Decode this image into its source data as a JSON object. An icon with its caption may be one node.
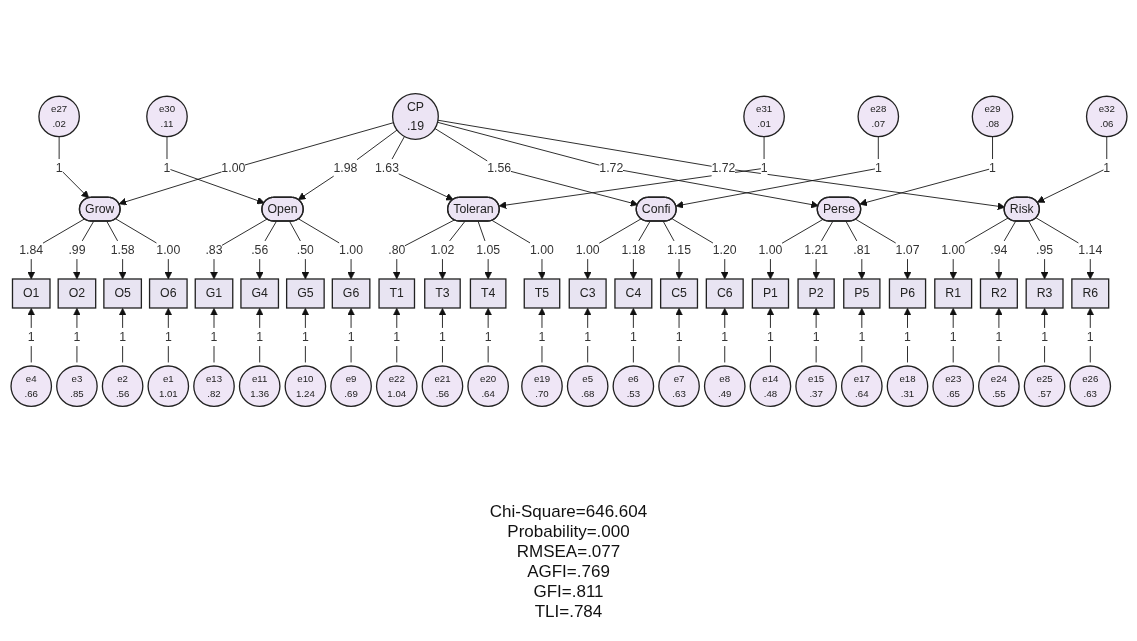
{
  "diagram": {
    "nodes": [
      {
        "text": [
          "CP",
          ".19"
        ]
      },
      {
        "text": [
          "Grow"
        ]
      },
      {
        "text": [
          "e27",
          ".02"
        ]
      },
      {
        "text": [
          "O1"
        ]
      },
      {
        "text": [
          "e4",
          ".66"
        ]
      },
      {
        "text": [
          "O2"
        ]
      },
      {
        "text": [
          "e3",
          ".85"
        ]
      },
      {
        "text": [
          "O5"
        ]
      },
      {
        "text": [
          "e2",
          ".56"
        ]
      },
      {
        "text": [
          "O6"
        ]
      },
      {
        "text": [
          "e1",
          "1.01"
        ]
      },
      {
        "text": [
          "Open"
        ]
      },
      {
        "text": [
          "e30",
          ".11"
        ]
      },
      {
        "text": [
          "G1"
        ]
      },
      {
        "text": [
          "e13",
          ".82"
        ]
      },
      {
        "text": [
          "G4"
        ]
      },
      {
        "text": [
          "e11",
          "1.36"
        ]
      },
      {
        "text": [
          "G5"
        ]
      },
      {
        "text": [
          "e10",
          "1.24"
        ]
      },
      {
        "text": [
          "G6"
        ]
      },
      {
        "text": [
          "e9",
          ".69"
        ]
      },
      {
        "text": [
          "Toleran"
        ]
      },
      {
        "text": [
          "e31",
          ".01"
        ]
      },
      {
        "text": [
          "T1"
        ]
      },
      {
        "text": [
          "e22",
          "1.04"
        ]
      },
      {
        "text": [
          "T3"
        ]
      },
      {
        "text": [
          "e21",
          ".56"
        ]
      },
      {
        "text": [
          "T4"
        ]
      },
      {
        "text": [
          "e20",
          ".64"
        ]
      },
      {
        "text": [
          "T5"
        ]
      },
      {
        "text": [
          "e19",
          ".70"
        ]
      },
      {
        "text": [
          "Confi"
        ]
      },
      {
        "text": [
          "e28",
          ".07"
        ]
      },
      {
        "text": [
          "C3"
        ]
      },
      {
        "text": [
          "e5",
          ".68"
        ]
      },
      {
        "text": [
          "C4"
        ]
      },
      {
        "text": [
          "e6",
          ".53"
        ]
      },
      {
        "text": [
          "C5"
        ]
      },
      {
        "text": [
          "e7",
          ".63"
        ]
      },
      {
        "text": [
          "C6"
        ]
      },
      {
        "text": [
          "e8",
          ".49"
        ]
      },
      {
        "text": [
          "Perse"
        ]
      },
      {
        "text": [
          "e29",
          ".08"
        ]
      },
      {
        "text": [
          "P1"
        ]
      },
      {
        "text": [
          "e14",
          ".48"
        ]
      },
      {
        "text": [
          "P2"
        ]
      },
      {
        "text": [
          "e15",
          ".37"
        ]
      },
      {
        "text": [
          "P5"
        ]
      },
      {
        "text": [
          "e17",
          ".64"
        ]
      },
      {
        "text": [
          "P6"
        ]
      },
      {
        "text": [
          "e18",
          ".31"
        ]
      },
      {
        "text": [
          "Risk"
        ]
      },
      {
        "text": [
          "e32",
          ".06"
        ]
      },
      {
        "text": [
          "R1"
        ]
      },
      {
        "text": [
          "e23",
          ".65"
        ]
      },
      {
        "text": [
          "R2"
        ]
      },
      {
        "text": [
          "e24",
          ".55"
        ]
      },
      {
        "text": [
          "R3"
        ]
      },
      {
        "text": [
          "e25",
          ".57"
        ]
      },
      {
        "text": [
          "R6"
        ]
      },
      {
        "text": [
          "e26",
          ".63"
        ]
      }
    ],
    "edges": [
      {
        "from": 0,
        "to": 1,
        "label": "1.00",
        "arrow": "to"
      },
      {
        "from": 0,
        "to": 11,
        "label": "1.98",
        "arrow": "to"
      },
      {
        "from": 0,
        "to": 21,
        "label": "1.63",
        "arrow": "to"
      },
      {
        "from": 0,
        "to": 31,
        "label": "1.56",
        "arrow": "to"
      },
      {
        "from": 0,
        "to": 41,
        "label": "1.72",
        "arrow": "to"
      },
      {
        "from": 0,
        "to": 51,
        "label": "1.72",
        "arrow": "to"
      },
      {
        "from": 2,
        "to": 1,
        "label": "1",
        "arrow": "to"
      },
      {
        "from": 1,
        "to": 3,
        "label": "1.84",
        "arrow": "to"
      },
      {
        "from": 1,
        "to": 5,
        "label": ".99",
        "arrow": "to"
      },
      {
        "from": 1,
        "to": 7,
        "label": "1.58",
        "arrow": "to"
      },
      {
        "from": 1,
        "to": 9,
        "label": "1.00",
        "arrow": "to"
      },
      {
        "from": 4,
        "to": 3,
        "label": "1",
        "arrow": "to"
      },
      {
        "from": 6,
        "to": 5,
        "label": "1",
        "arrow": "to"
      },
      {
        "from": 8,
        "to": 7,
        "label": "1",
        "arrow": "to"
      },
      {
        "from": 10,
        "to": 9,
        "label": "1",
        "arrow": "to"
      },
      {
        "from": 12,
        "to": 11,
        "label": "1",
        "arrow": "to"
      },
      {
        "from": 11,
        "to": 13,
        "label": ".83",
        "arrow": "to"
      },
      {
        "from": 11,
        "to": 15,
        "label": ".56",
        "arrow": "to"
      },
      {
        "from": 11,
        "to": 17,
        "label": ".50",
        "arrow": "to"
      },
      {
        "from": 11,
        "to": 19,
        "label": "1.00",
        "arrow": "to"
      },
      {
        "from": 14,
        "to": 13,
        "label": "1",
        "arrow": "to"
      },
      {
        "from": 16,
        "to": 15,
        "label": "1",
        "arrow": "to"
      },
      {
        "from": 18,
        "to": 17,
        "label": "1",
        "arrow": "to"
      },
      {
        "from": 20,
        "to": 19,
        "label": "1",
        "arrow": "to"
      },
      {
        "from": 22,
        "to": 21,
        "label": "1",
        "arrow": "to"
      },
      {
        "from": 21,
        "to": 23,
        "label": ".80",
        "arrow": "to"
      },
      {
        "from": 21,
        "to": 25,
        "label": "1.02",
        "arrow": "to"
      },
      {
        "from": 21,
        "to": 27,
        "label": "1.05",
        "arrow": "to"
      },
      {
        "from": 21,
        "to": 29,
        "label": "1.00",
        "arrow": "to"
      },
      {
        "from": 24,
        "to": 23,
        "label": "1",
        "arrow": "to"
      },
      {
        "from": 26,
        "to": 25,
        "label": "1",
        "arrow": "to"
      },
      {
        "from": 28,
        "to": 27,
        "label": "1",
        "arrow": "to"
      },
      {
        "from": 30,
        "to": 29,
        "label": "1",
        "arrow": "to"
      },
      {
        "from": 32,
        "to": 31,
        "label": "1",
        "arrow": "to"
      },
      {
        "from": 31,
        "to": 33,
        "label": "1.00",
        "arrow": "to"
      },
      {
        "from": 31,
        "to": 35,
        "label": "1.18",
        "arrow": "to"
      },
      {
        "from": 31,
        "to": 37,
        "label": "1.15",
        "arrow": "to"
      },
      {
        "from": 31,
        "to": 39,
        "label": "1.20",
        "arrow": "to"
      },
      {
        "from": 34,
        "to": 33,
        "label": "1",
        "arrow": "to"
      },
      {
        "from": 36,
        "to": 35,
        "label": "1",
        "arrow": "to"
      },
      {
        "from": 38,
        "to": 37,
        "label": "1",
        "arrow": "to"
      },
      {
        "from": 40,
        "to": 39,
        "label": "1",
        "arrow": "to"
      },
      {
        "from": 42,
        "to": 41,
        "label": "1",
        "arrow": "to"
      },
      {
        "from": 41,
        "to": 43,
        "label": "1.00",
        "arrow": "to"
      },
      {
        "from": 41,
        "to": 45,
        "label": "1.21",
        "arrow": "to"
      },
      {
        "from": 41,
        "to": 47,
        "label": ".81",
        "arrow": "to"
      },
      {
        "from": 41,
        "to": 49,
        "label": "1.07",
        "arrow": "to"
      },
      {
        "from": 44,
        "to": 43,
        "label": "1",
        "arrow": "to"
      },
      {
        "from": 46,
        "to": 45,
        "label": "1",
        "arrow": "to"
      },
      {
        "from": 48,
        "to": 47,
        "label": "1",
        "arrow": "to"
      },
      {
        "from": 50,
        "to": 49,
        "label": "1",
        "arrow": "to"
      },
      {
        "from": 52,
        "to": 51,
        "label": "1",
        "arrow": "to"
      },
      {
        "from": 51,
        "to": 53,
        "label": "1.00",
        "arrow": "to"
      },
      {
        "from": 51,
        "to": 55,
        "label": ".94",
        "arrow": "to"
      },
      {
        "from": 51,
        "to": 57,
        "label": ".95",
        "arrow": "to"
      },
      {
        "from": 51,
        "to": 59,
        "label": "1.14",
        "arrow": "to"
      },
      {
        "from": 54,
        "to": 53,
        "label": "1",
        "arrow": "to"
      },
      {
        "from": 56,
        "to": 55,
        "label": "1",
        "arrow": "to"
      },
      {
        "from": 58,
        "to": 57,
        "label": "1",
        "arrow": "to"
      },
      {
        "from": 60,
        "to": 59,
        "label": "1",
        "arrow": "to"
      }
    ],
    "labels": [
      "Chi-Square=646.604",
      "Probability=.000",
      "RMSEA=.077",
      "AGFI=.769",
      "GFI=.811",
      "TLI=.784"
    ]
  }
}
